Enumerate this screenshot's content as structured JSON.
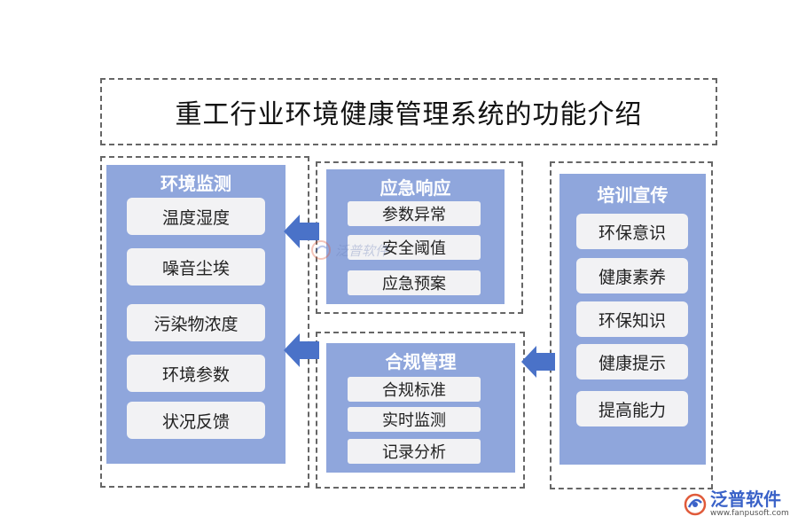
{
  "title": "重工行业环境健康管理系统的功能介绍",
  "sections": {
    "monitor": {
      "title": "环境监测",
      "items": [
        "温度湿度",
        "噪音尘埃",
        "污染物浓度",
        "环境参数",
        "状况反馈"
      ]
    },
    "emergency": {
      "title": "应急响应",
      "items": [
        "参数异常",
        "安全阈值",
        "应急预案"
      ]
    },
    "compliance": {
      "title": "合规管理",
      "items": [
        "合规标准",
        "实时监测",
        "记录分析"
      ]
    },
    "training": {
      "title": "培训宣传",
      "items": [
        "环保意识",
        "健康素养",
        "环保知识",
        "健康提示",
        "提高能力"
      ]
    }
  },
  "watermark": {
    "brand": "泛普软件",
    "url": "www.fanpusoft.com",
    "center_text": "泛普软件"
  },
  "colors": {
    "panel": "#8fa6dc",
    "item_bg": "#f2f2f4",
    "arrow": "#4a72c8",
    "border": "#666666"
  }
}
